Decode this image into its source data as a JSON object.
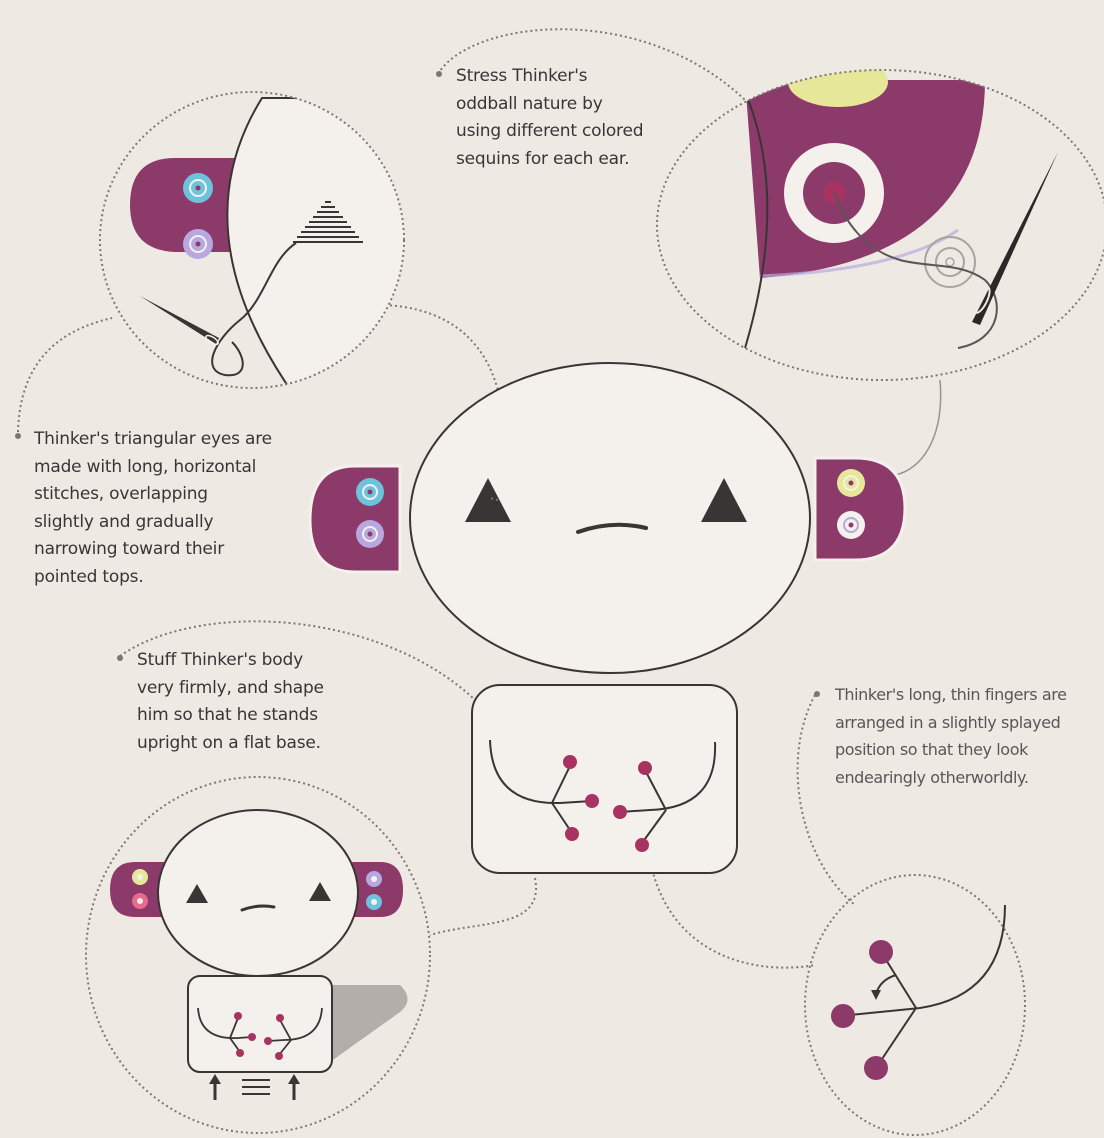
{
  "notes": {
    "sequins": "Stress Thinker's\noddball nature by\nusing different colored\nsequins for each ear.",
    "eyes": "Thinker's triangular eyes are\nmade with long, horizontal\nstitches, overlapping\nslightly and gradually\nnarrowing toward their\npointed tops.",
    "body": "Stuff Thinker's body\nvery firmly, and shape\nhim so that he stands\nupright on a flat base.",
    "fingers": "Thinker's long, thin fingers are\narranged in a slightly splayed\nposition so that they look\nendearingly otherworldly."
  },
  "colors": {
    "background": "#efe9e4",
    "felt_purple": "#8c3a69",
    "sequin_blue": "#6ec3dc",
    "sequin_lavender": "#b7a8e0",
    "sequin_yellow": "#e7e79a",
    "sequin_pink": "#e96a8e",
    "finger_dot": "#a83360",
    "line_dark": "#3a3535",
    "dotted_line": "#7d7773"
  },
  "icons": [
    "needle-icon",
    "thread-icon",
    "up-arrow-icon",
    "equals-icon"
  ]
}
